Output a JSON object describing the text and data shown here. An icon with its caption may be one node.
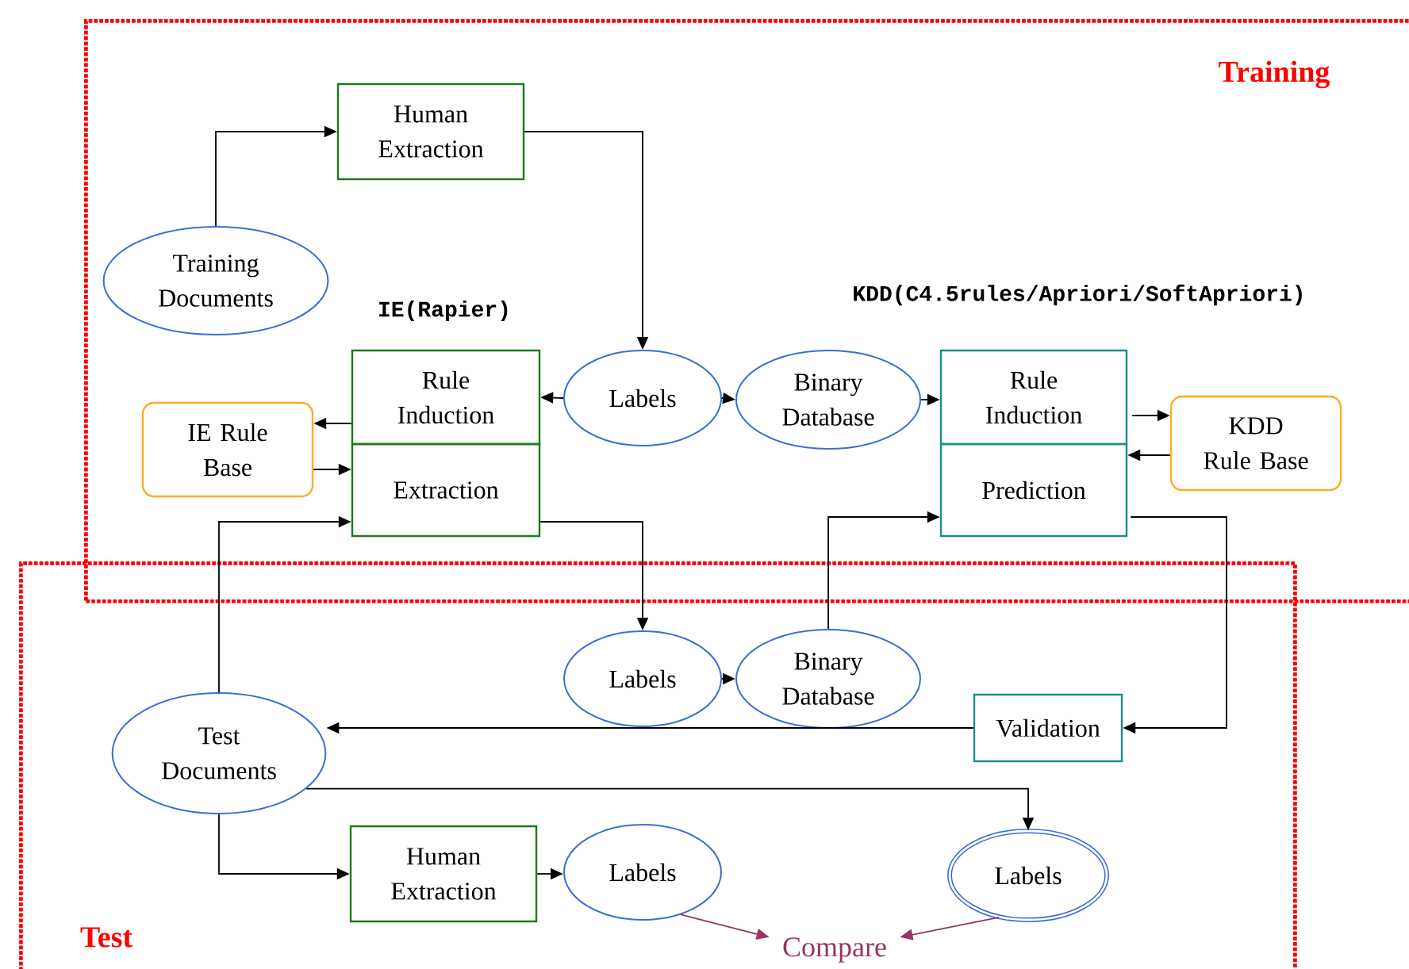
{
  "diagram": {
    "nodes": [
      {
        "text": [
          "Training"
        ]
      },
      {
        "text": [
          "Human Extraction"
        ],
        "in": 0
      },
      {
        "text": [
          "Training Documents"
        ],
        "in": 0
      },
      {
        "text": [
          "Rule Induction"
        ],
        "in": 0
      },
      {
        "text": [
          "Labels"
        ],
        "in": 0
      },
      {
        "text": [
          "Binary Database"
        ],
        "in": 0
      },
      {
        "text": [
          "Rule Induction"
        ],
        "in": 0
      },
      {
        "text": [
          "IE Rule Base"
        ],
        "in": 0
      },
      {
        "text": [
          "Extraction"
        ],
        "in": 0
      },
      {
        "text": [
          "KDD Rule Base"
        ],
        "in": 0
      },
      {
        "text": [
          "Prediction"
        ],
        "in": 0
      },
      {
        "text": [
          "Test"
        ]
      },
      {
        "text": [
          "Labels"
        ],
        "in": 11
      },
      {
        "text": [
          "Binary Database"
        ],
        "in": 11
      },
      {
        "text": [
          "Validation"
        ],
        "in": 11
      },
      {
        "text": [
          "Test Documents"
        ],
        "in": 11
      },
      {
        "text": [
          "Human Extraction"
        ],
        "in": 11
      },
      {
        "text": [
          "Labels"
        ],
        "in": 11
      },
      {
        "text": [
          "Labels"
        ],
        "in": 11
      },
      {
        "text": [
          "Compare"
        ],
        "in": 11
      }
    ],
    "edges": [
      {
        "from": 2,
        "to": 1,
        "arrow": "to"
      },
      {
        "from": 1,
        "to": 4,
        "arrow": "to"
      },
      {
        "from": 4,
        "to": 3,
        "arrow": "to"
      },
      {
        "from": 4,
        "to": 5,
        "arrow": "to"
      },
      {
        "from": 5,
        "to": 6,
        "arrow": "to"
      },
      {
        "from": 3,
        "to": 7,
        "arrow": "to"
      },
      {
        "from": 7,
        "to": 8,
        "arrow": "to"
      },
      {
        "from": 6,
        "to": 9,
        "arrow": "to"
      },
      {
        "from": 9,
        "to": 10,
        "arrow": "to"
      },
      {
        "from": 8,
        "to": 12,
        "arrow": "to"
      },
      {
        "from": 12,
        "to": 13,
        "arrow": "to"
      },
      {
        "from": 13,
        "to": 10,
        "arrow": "to"
      },
      {
        "from": 10,
        "to": 14,
        "arrow": "to"
      },
      {
        "from": 14,
        "to": 15,
        "arrow": "to"
      },
      {
        "from": 15,
        "to": 8,
        "arrow": "to"
      },
      {
        "from": 15,
        "to": 18,
        "arrow": "to"
      },
      {
        "from": 15,
        "to": 16,
        "arrow": "to"
      },
      {
        "from": 16,
        "to": 17,
        "arrow": "to"
      },
      {
        "from": 17,
        "to": 19,
        "arrow": "to",
        "color": "#993366"
      },
      {
        "from": 18,
        "to": 19,
        "arrow": "to",
        "color": "#993366"
      }
    ],
    "labels": [
      "IE(Rapier)",
      "KDD(C4.5rules/Apriori/SoftApriori)"
    ]
  }
}
